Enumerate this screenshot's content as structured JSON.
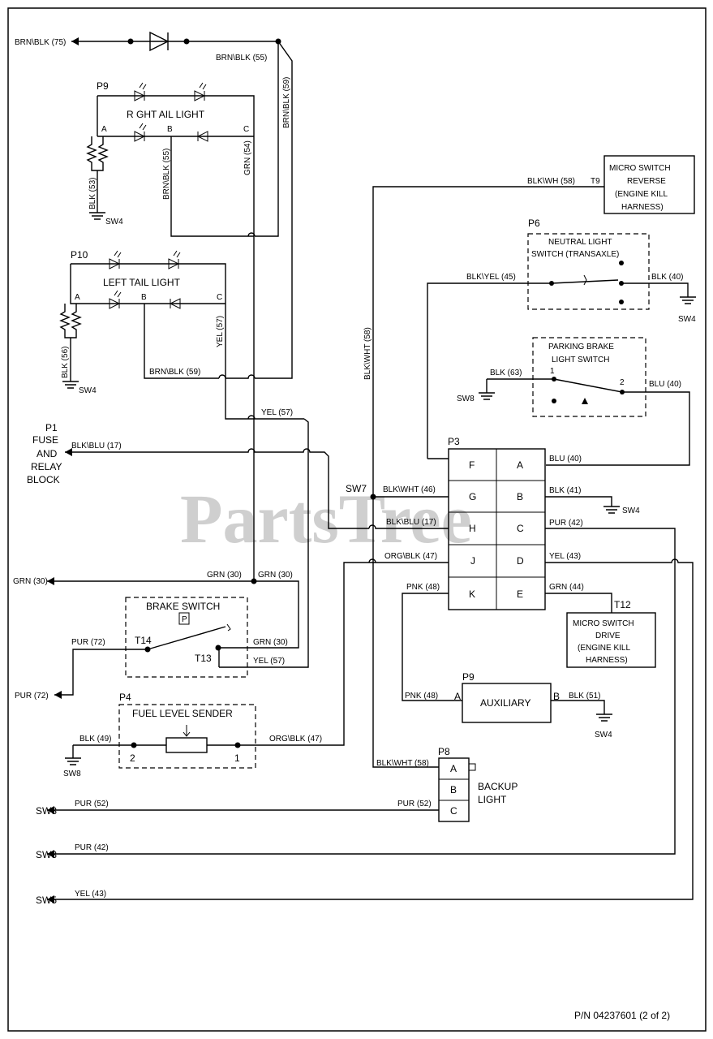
{
  "labels": {
    "brnblk75": "BRN\\BLK (75)",
    "brnblk55a": "BRN\\BLK (55)",
    "brnblk59a": "BRN\\BLK (59)",
    "p9": "P9",
    "right_tail": "R GHT  AIL LIGHT",
    "brnblk55b": "BRN\\BLK (55)",
    "grn54": "GRN (54)",
    "blk53": "BLK (53)",
    "sw4_a": "SW4",
    "micro_rev": [
      "MICRO SWITCH",
      "REVERSE",
      "(ENGINE KILL",
      "HARNESS)"
    ],
    "blkwh58": "BLK\\WH  (58)",
    "t9": "T9",
    "p6": "P6",
    "neutral": [
      "NEUTRAL LIGHT",
      "SWITCH (TRANSAXLE)"
    ],
    "blkyel45": "BLK\\YEL (45)",
    "blk40": "BLK (40)",
    "sw4_b": "SW4",
    "p10": "P10",
    "left_tail": "LEFT TAIL LIGHT",
    "yel57a": "YEL (57)",
    "blk56": "BLK (56)",
    "sw4_c": "SW4",
    "brnblk59b": "BRN\\BLK (59)",
    "blkwht58a": "BLK\\WHT (58)",
    "parking": [
      "PARKING BRAKE",
      "LIGHT SWITCH"
    ],
    "blk63": "BLK (63)",
    "sw8_a": "SW8",
    "blu40a": "BLU (40)",
    "yel57b": "YEL (57)",
    "p1": [
      "P1",
      "FUSE",
      "AND",
      "RELAY",
      "BLOCK"
    ],
    "blkblu17a": "BLK\\BLU (17)",
    "p3": "P3",
    "blu40b": "BLU (40)",
    "sw7": "SW7",
    "blkwht46": "BLK\\WHT (46)",
    "blk41": "BLK (41)",
    "sw4_d": "SW4",
    "blkblu17b": "BLK\\BLU (17)",
    "pur42a": "PUR (42)",
    "orgblk47a": "ORG\\BLK (47)",
    "yel43a": "YEL (43)",
    "pnk48a": "PNK (48)",
    "grn44": "GRN (44)",
    "t12": "T12",
    "micro_drive": [
      "MICRO SWITCH",
      "DRIVE",
      "(ENGINE KILL",
      "HARNESS)"
    ],
    "grn30a": "GRN (30)",
    "grn30b": "GRN (30)",
    "grn30c": "GRN (30)",
    "grn30d": "GRN (30)",
    "brake": "BRAKE SWITCH",
    "p_mark": "P",
    "pur72a": "PUR (72)",
    "t14": "T14",
    "t13": "T13",
    "yel57c": "YEL (57)",
    "pur72b": "PUR (72)",
    "p9b": "P9",
    "pnk48b": "PNK (48)",
    "a_lbl": "A",
    "auxiliary": "AUXILIARY",
    "b_lbl": "B",
    "blk51": "BLK (51)",
    "sw4_e": "SW4",
    "p4": "P4",
    "fuel": "FUEL LEVEL SENDER",
    "blk49": "BLK (49)",
    "pin2": "2",
    "pin1": "1",
    "orgblk47b": "ORG\\BLK (47)",
    "sw8_b": "SW8",
    "p8": "P8",
    "blkwht58b": "BLK\\WHT (58)",
    "backup": [
      "BACKUP",
      "LIGHT"
    ],
    "sw3_a": "SW3",
    "pur52a": "PUR (52)",
    "pur52b": "PUR (52)",
    "sw3_b": "SW3",
    "pur42b": "PUR (42)",
    "sw5": "SW5",
    "yel43b": "YEL (43)",
    "pn": "P/N 04237601 (2 of 2)",
    "watermark": "PartsTree",
    "pin_a": "A",
    "pin_b": "B",
    "pin_c": "C",
    "pin_1": "1",
    "pin_2": "2"
  },
  "connector_p3": {
    "left": [
      "F",
      "G",
      "H",
      "J",
      "K"
    ],
    "right": [
      "A",
      "B",
      "C",
      "D",
      "E"
    ]
  },
  "connector_p8": [
    "A",
    "B",
    "C"
  ]
}
